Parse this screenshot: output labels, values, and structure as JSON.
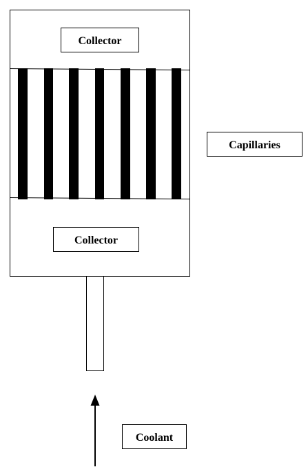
{
  "labels": {
    "top_collector": "Collector",
    "bottom_collector": "Collector",
    "capillaries": "Capillaries",
    "coolant": "Coolant"
  },
  "colors": {
    "stroke": "#000000",
    "capillary_fill": "#000000",
    "background": "#ffffff"
  }
}
